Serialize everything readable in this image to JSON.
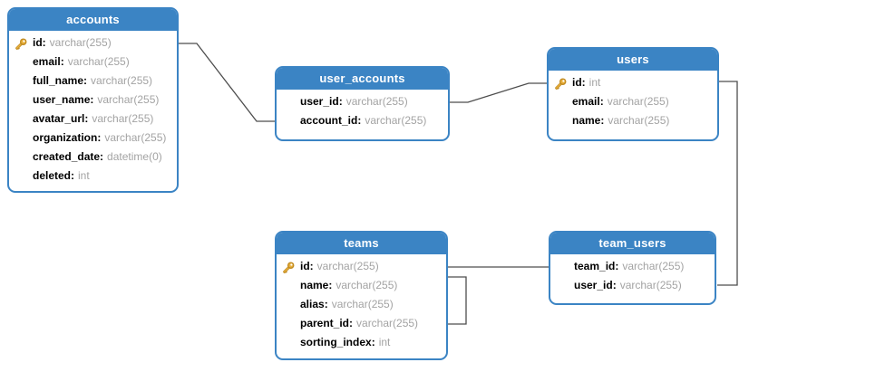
{
  "diagram": {
    "field_separator": ":",
    "colors": {
      "table_header": "#3b84c4",
      "table_border": "#3b84c4",
      "field_name_text": "#000000",
      "field_type_text": "#a3a3a3",
      "connector": "#4d4d4d",
      "key_icon_fill": "#e8b03c",
      "key_icon_stroke": "#c08a20",
      "canvas_background": "#ffffff"
    },
    "tables": {
      "accounts": {
        "title": "accounts",
        "fields": [
          {
            "key": true,
            "name": "id",
            "type": "varchar(255)"
          },
          {
            "key": false,
            "name": "email",
            "type": "varchar(255)"
          },
          {
            "key": false,
            "name": "full_name",
            "type": "varchar(255)"
          },
          {
            "key": false,
            "name": "user_name",
            "type": "varchar(255)"
          },
          {
            "key": false,
            "name": "avatar_url",
            "type": "varchar(255)"
          },
          {
            "key": false,
            "name": "organization",
            "type": "varchar(255)"
          },
          {
            "key": false,
            "name": "created_date",
            "type": "datetime(0)"
          },
          {
            "key": false,
            "name": "deleted",
            "type": "int"
          }
        ]
      },
      "user_accounts": {
        "title": "user_accounts",
        "fields": [
          {
            "key": false,
            "name": "user_id",
            "type": "varchar(255)"
          },
          {
            "key": false,
            "name": "account_id",
            "type": "varchar(255)"
          }
        ]
      },
      "users": {
        "title": "users",
        "fields": [
          {
            "key": true,
            "name": "id",
            "type": "int"
          },
          {
            "key": false,
            "name": "email",
            "type": "varchar(255)"
          },
          {
            "key": false,
            "name": "name",
            "type": "varchar(255)"
          }
        ]
      },
      "teams": {
        "title": "teams",
        "fields": [
          {
            "key": true,
            "name": "id",
            "type": "varchar(255)"
          },
          {
            "key": false,
            "name": "name",
            "type": "varchar(255)"
          },
          {
            "key": false,
            "name": "alias",
            "type": "varchar(255)"
          },
          {
            "key": false,
            "name": "parent_id",
            "type": "varchar(255)"
          },
          {
            "key": false,
            "name": "sorting_index",
            "type": "int"
          }
        ]
      },
      "team_users": {
        "title": "team_users",
        "fields": [
          {
            "key": false,
            "name": "team_id",
            "type": "varchar(255)"
          },
          {
            "key": false,
            "name": "user_id",
            "type": "varchar(255)"
          }
        ]
      }
    },
    "relationships": [
      {
        "from": "accounts.id",
        "to": "user_accounts.account_id"
      },
      {
        "from": "user_accounts.user_id",
        "to": "users.id"
      },
      {
        "from": "users.id",
        "to": "team_users.user_id"
      },
      {
        "from": "teams.id",
        "to": "team_users.team_id"
      },
      {
        "from": "teams.parent_id",
        "to": "teams.id"
      }
    ]
  }
}
